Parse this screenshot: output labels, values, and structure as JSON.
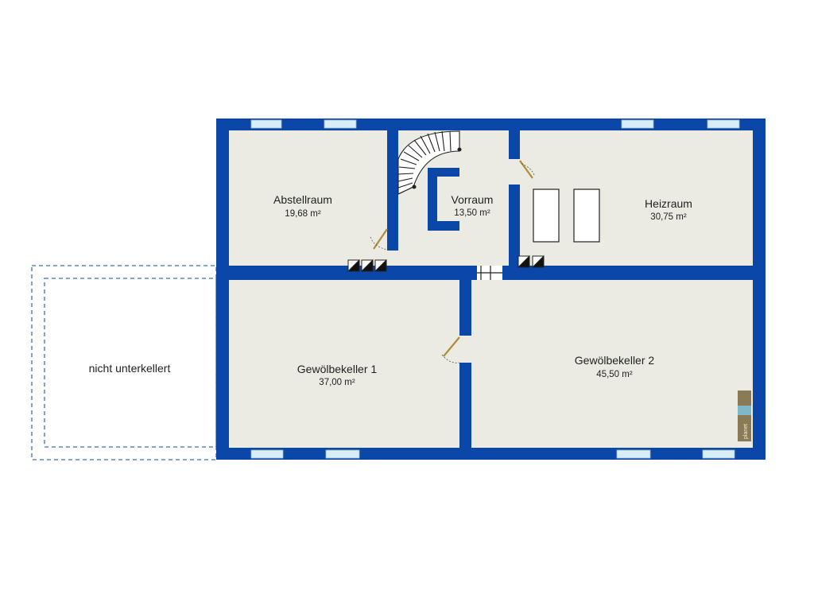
{
  "colors": {
    "wall": "#0a47a8",
    "floor": "#ebebe4",
    "window": "#d7eef6",
    "door": "#b08b3a",
    "dashed_outline": "#3a6fb0",
    "watermark": "#8a7a56"
  },
  "rooms": [
    {
      "id": "abstellraum",
      "name": "Abstellraum",
      "area": "19,68 m²"
    },
    {
      "id": "vorraum",
      "name": "Vorraum",
      "area": "13,50 m²"
    },
    {
      "id": "heizraum",
      "name": "Heizraum",
      "area": "30,75 m²"
    },
    {
      "id": "gewoelbekeller-1",
      "name": "Gewölbekeller 1",
      "area": "37,00 m²"
    },
    {
      "id": "gewoelbekeller-2",
      "name": "Gewölbekeller 2",
      "area": "45,50 m²"
    }
  ],
  "unbasemented": {
    "label": "nicht unterkellert"
  },
  "watermark": {
    "text": "planet"
  }
}
